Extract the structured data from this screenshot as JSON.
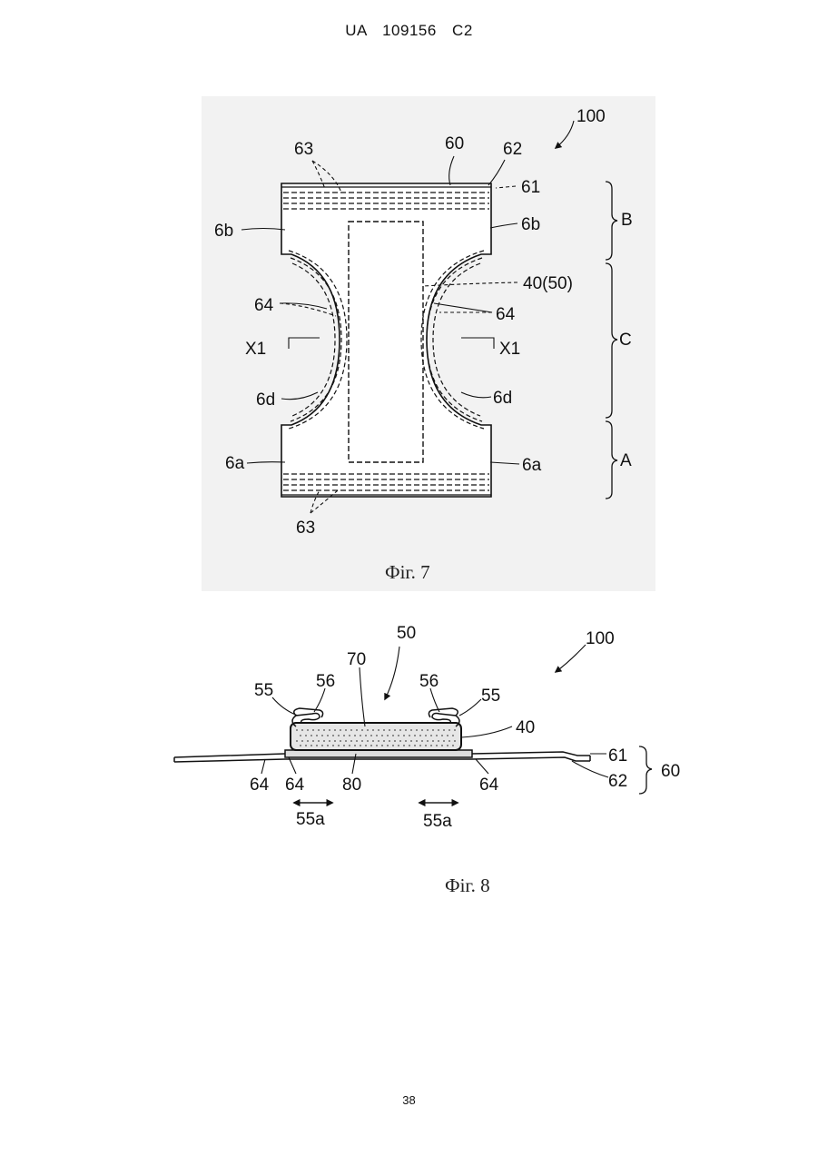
{
  "header": {
    "text": "UA   109156   C2"
  },
  "fig7": {
    "caption": "Фіг. 7",
    "labels": {
      "ref100": "100",
      "l60": "60",
      "l62": "62",
      "l63top": "63",
      "l61": "61",
      "l6b_left": "6b",
      "l6b_right": "6b",
      "l40": "40(50)",
      "l64_left": "64",
      "l64_right": "64",
      "lX1_left": "X1",
      "lX1_right": "X1",
      "l6d_left": "6d",
      "l6d_right": "6d",
      "l6a_left": "6a",
      "l6a_right": "6a",
      "l63bottom": "63",
      "zoneB": "B",
      "zoneC": "C",
      "zoneA": "A"
    }
  },
  "fig8": {
    "caption": "Фіг. 8",
    "labels": {
      "ref100": "100",
      "l50": "50",
      "l70": "70",
      "l56_left": "56",
      "l56_right": "56",
      "l55_left": "55",
      "l55_right": "55",
      "l40": "40",
      "l61": "61",
      "l62": "62",
      "l60": "60",
      "l64_a": "64",
      "l64_b": "64",
      "l80": "80",
      "l64_c": "64",
      "l55a_left": "55a",
      "l55a_right": "55a"
    }
  },
  "footer": {
    "page_number": "38"
  }
}
